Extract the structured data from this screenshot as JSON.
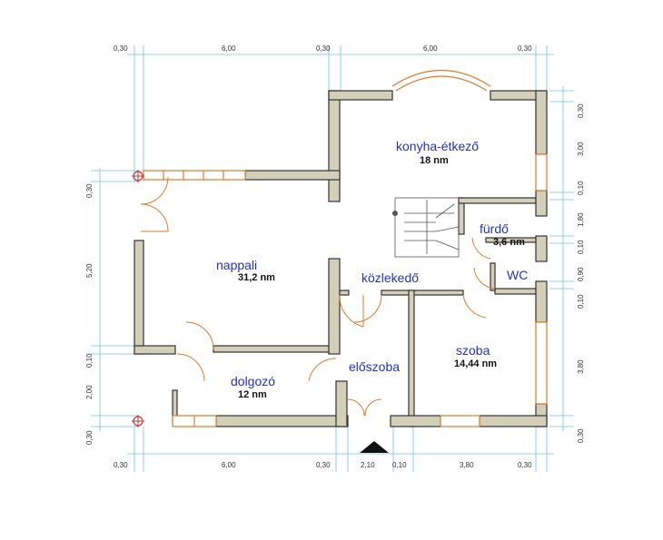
{
  "rooms": {
    "konyha": {
      "name": "konyha-étkező",
      "area": "18 nm"
    },
    "nappali": {
      "name": "nappali",
      "area": "31,2 nm"
    },
    "furdo": {
      "name": "fürdő",
      "area": "3,6 nm"
    },
    "wc": {
      "name": "WC"
    },
    "kozlekedo": {
      "name": "közlekedő"
    },
    "eloszoba": {
      "name": "előszoba"
    },
    "szoba": {
      "name": "szoba",
      "area": "14,44 nm"
    },
    "dolgozo": {
      "name": "dolgozó",
      "area": "12 nm"
    }
  },
  "dimensions": {
    "top": [
      "0,30",
      "6,00",
      "0,30",
      "6,00",
      "0,30"
    ],
    "bottom": [
      "0,30",
      "6,00",
      "0,30",
      "2,10",
      "0,10",
      "3,80",
      "0,30"
    ],
    "left": [
      "0,30",
      "5,20",
      "0,10",
      "2,00",
      "0,30"
    ],
    "right": [
      "0,30",
      "3,00",
      "0,10",
      "1,80",
      "0,10",
      "0,90",
      "0,10",
      "3,80",
      "0,30"
    ]
  },
  "colors": {
    "wall": "#d3cfb8",
    "room_label": "#2233bb",
    "dimension_line": "#6fc3e6",
    "opening": "#e07a2a"
  }
}
